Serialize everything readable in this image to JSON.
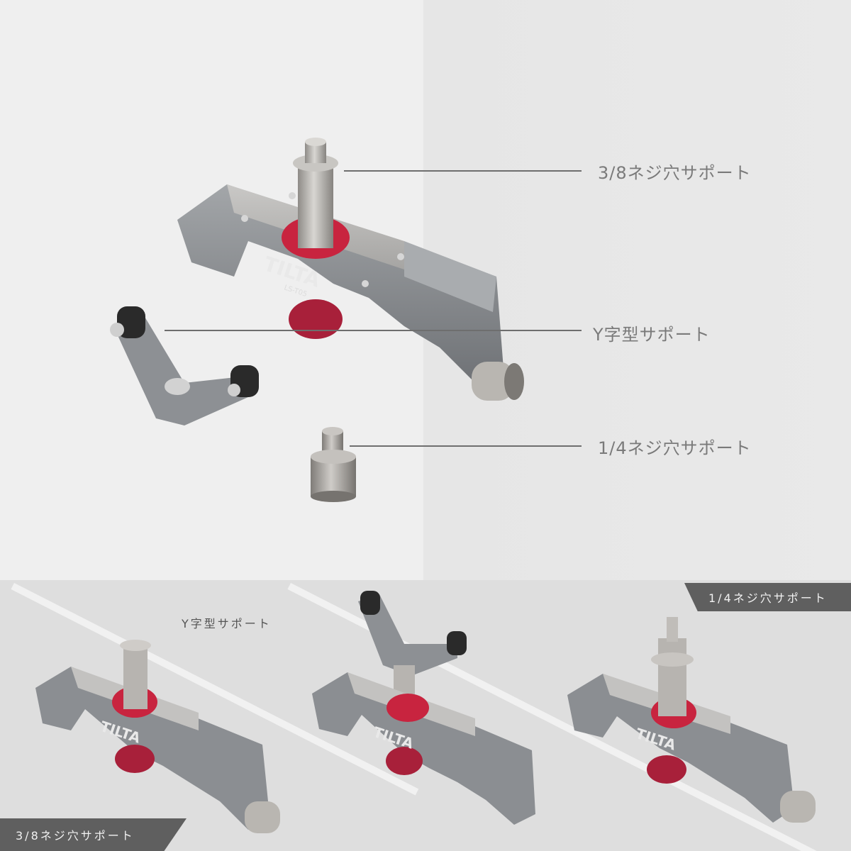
{
  "brand": "TILTA",
  "model": "LS-T05",
  "callouts": {
    "thread_38": "3/8ネジ穴サポート",
    "y_support": "Y字型サポート",
    "thread_14": "1/4ネジ穴サポート"
  },
  "bottom": {
    "y_support_label": "Y字型サポート",
    "tag_top_right": "1/4ネジ穴サポート",
    "tag_bottom_left": "3/8ネジ穴サポート"
  },
  "colors": {
    "body": "#8a8d90",
    "accent_red": "#c8243f",
    "steel": "#b4b2ae",
    "tag_bg": "#5f5f5f"
  }
}
